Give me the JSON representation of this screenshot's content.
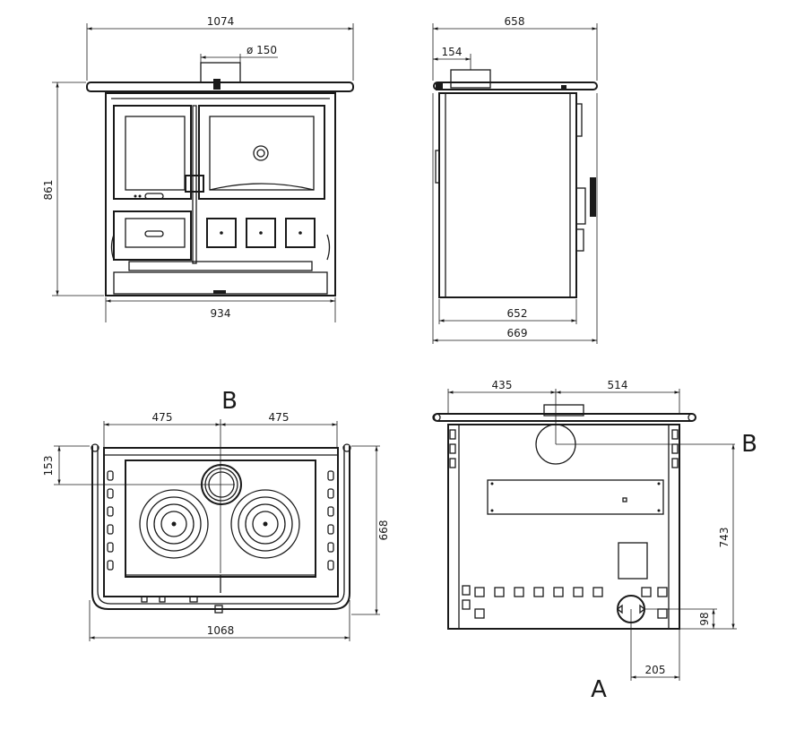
{
  "front": {
    "width": "1074",
    "flue": "ø 150",
    "height": "861",
    "base": "934"
  },
  "side": {
    "depth": "658",
    "flue_offset": "154",
    "body": "652",
    "overall": "669"
  },
  "top": {
    "left": "475",
    "right": "475",
    "offset": "153",
    "depth": "668",
    "width": "1068",
    "section": "B"
  },
  "back": {
    "left": "435",
    "right": "514",
    "height": "743",
    "bottom": "98",
    "outlet": "205",
    "label_b": "B",
    "label_a": "A"
  }
}
